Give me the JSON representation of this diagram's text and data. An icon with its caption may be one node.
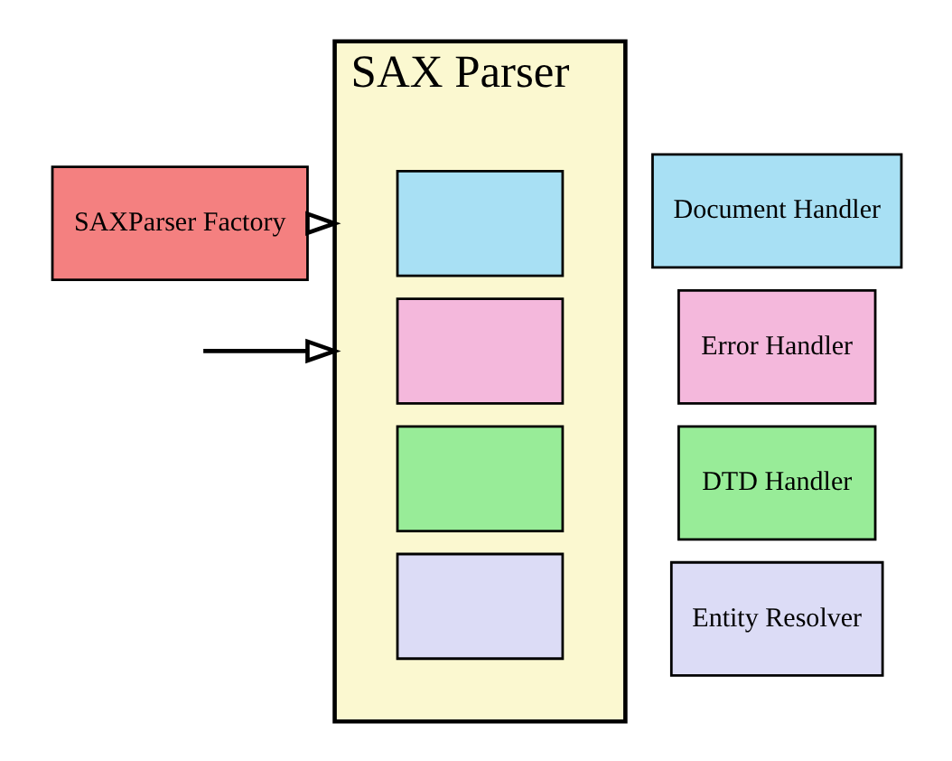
{
  "diagram": {
    "nodes": [
      {
        "text": [
          "SAXParser Factory"
        ]
      },
      {
        "text": [
          "SAX Parser"
        ]
      },
      {
        "text": [],
        "shape": "box",
        "in": 1
      },
      {
        "text": [],
        "shape": "box",
        "in": 1
      },
      {
        "text": [],
        "shape": "box",
        "in": 1
      },
      {
        "text": [],
        "shape": "box",
        "in": 1
      },
      {
        "text": [
          "Document Handler"
        ]
      },
      {
        "text": [
          "Error Handler"
        ]
      },
      {
        "text": [
          "DTD Handler"
        ]
      },
      {
        "text": [
          "Entity Resolver"
        ]
      }
    ],
    "edges": [
      {
        "from": 0,
        "to": 1,
        "arrow": "to"
      },
      {
        "from": null,
        "to": 1,
        "arrow": "to"
      }
    ]
  }
}
